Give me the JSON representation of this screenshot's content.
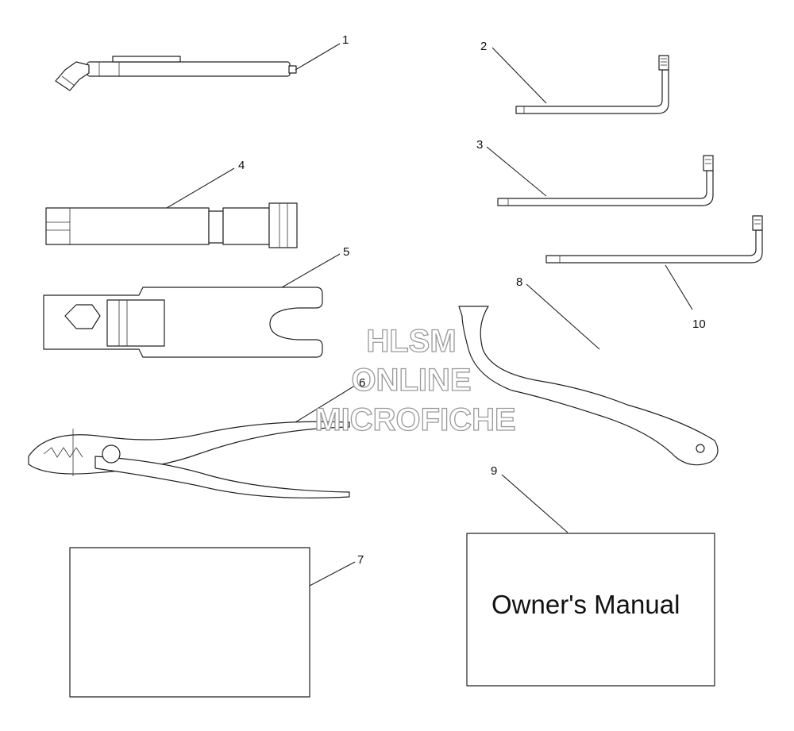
{
  "callouts": [
    "1",
    "2",
    "3",
    "4",
    "5",
    "6",
    "7",
    "8",
    "9",
    "10"
  ],
  "manual": {
    "label": "Owner's Manual"
  },
  "watermark": {
    "line1": "HLSM",
    "line2": "ONLINE",
    "line3": "MICROFICHE"
  }
}
